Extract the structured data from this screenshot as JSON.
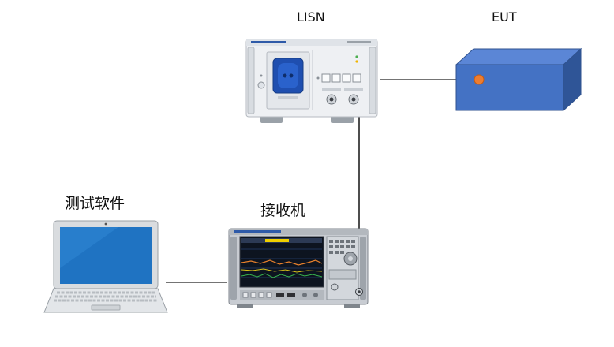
{
  "labels": {
    "lisn": "LISN",
    "eut": "EUT",
    "software": "测试软件",
    "receiver": "接收机"
  },
  "colors": {
    "eut_front": "#4472c4",
    "eut_top": "#5b86d6",
    "eut_side": "#2f5597",
    "eut_outline": "#2f528f",
    "eut_indicator": "#ed7d31",
    "socket_blue": "#1f4fb0",
    "lisn_body": "#eef0f3",
    "receiver_body": "#c8ccd2",
    "receiver_screen": "#0d1420",
    "laptop_screen": "#1f73c2",
    "cable": "#222222"
  }
}
